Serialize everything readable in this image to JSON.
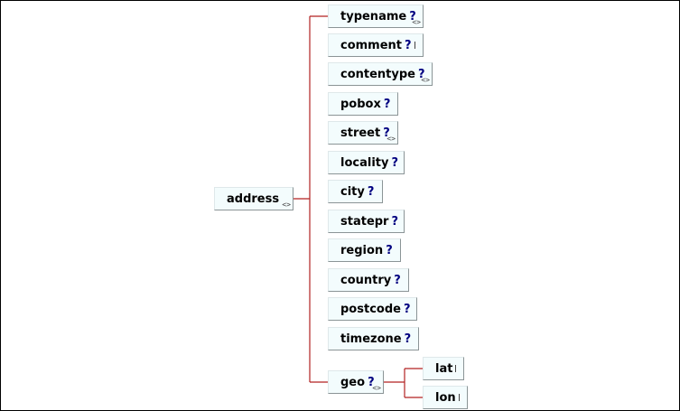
{
  "root": {
    "label": "address"
  },
  "children": [
    {
      "label": "typename",
      "optional": "?",
      "icon": "any-content-icon"
    },
    {
      "label": "comment",
      "optional": "?",
      "icon": "text-content-icon"
    },
    {
      "label": "contentype",
      "optional": "?",
      "icon": "any-content-icon"
    },
    {
      "label": "pobox",
      "optional": "?",
      "icon": "text-content-icon"
    },
    {
      "label": "street",
      "optional": "?",
      "icon": "any-content-icon"
    },
    {
      "label": "locality",
      "optional": "?",
      "icon": "text-content-icon"
    },
    {
      "label": "city",
      "optional": "?",
      "icon": "text-content-icon"
    },
    {
      "label": "statepr",
      "optional": "?",
      "icon": "text-content-icon"
    },
    {
      "label": "region",
      "optional": "?",
      "icon": "text-content-icon"
    },
    {
      "label": "country",
      "optional": "?",
      "icon": "text-content-icon"
    },
    {
      "label": "postcode",
      "optional": "?",
      "icon": "text-content-icon"
    },
    {
      "label": "timezone",
      "optional": "?",
      "icon": "text-content-icon"
    },
    {
      "label": "geo",
      "optional": "?",
      "icon": "any-content-icon"
    }
  ],
  "geo_children": [
    {
      "label": "lat",
      "icon": "text-content-icon"
    },
    {
      "label": "lon",
      "icon": "text-content-icon"
    }
  ],
  "colors": {
    "connector": "#b22222",
    "node_fill": "#f3fcfd",
    "optional_mark": "#000080"
  }
}
